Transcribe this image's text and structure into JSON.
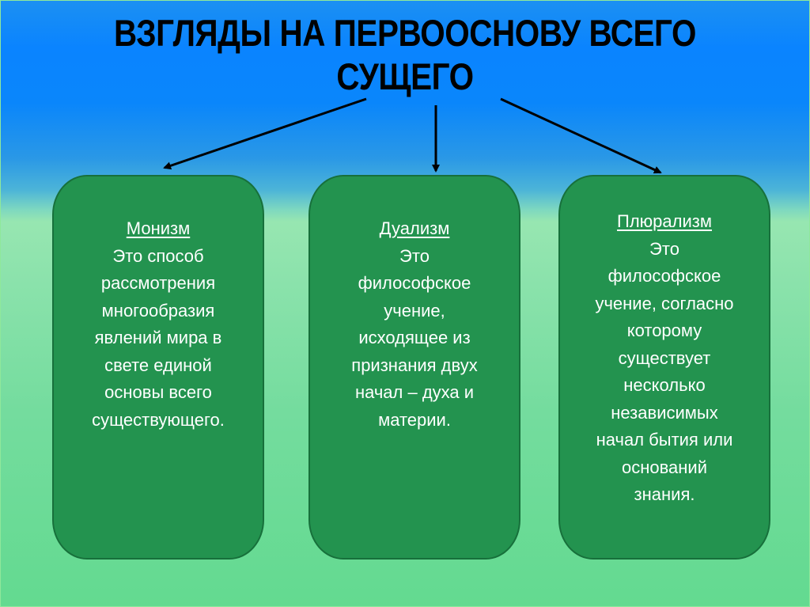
{
  "slide": {
    "title_lines": [
      "ВЗГЛЯДЫ НА ПЕРВООСНОВУ ВСЕГО",
      "СУЩЕГО"
    ],
    "colors": {
      "title": "#000000",
      "box_fill": "#23934f",
      "box_border": "#17703b",
      "box_text": "#ffffff",
      "bg_top": "#0a84ff",
      "bg_bottom": "#63da90"
    },
    "boxes": [
      {
        "heading": "Монизм",
        "lines": [
          "Это способ",
          "рассмотрения",
          "многообразия",
          "явлений мира в",
          "свете единой",
          "основы всего",
          "существующего."
        ]
      },
      {
        "heading": "Дуализм",
        "lines": [
          "Это",
          "философское",
          "учение,",
          "исходящее из",
          "признания двух",
          "начал – духа и",
          "материи."
        ]
      },
      {
        "heading": "Плюрализм",
        "lines": [
          "Это",
          "философское",
          "учение, согласно",
          "которому",
          "существует",
          "несколько",
          "независимых",
          "начал бытия или",
          "оснований",
          "знания."
        ]
      }
    ]
  }
}
